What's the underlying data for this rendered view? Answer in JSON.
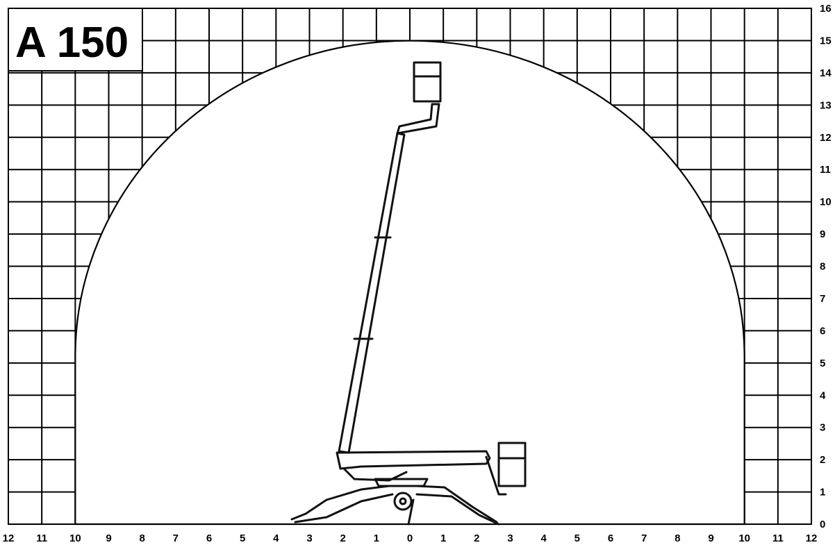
{
  "title": "A 150",
  "x_axis": {
    "labels": [
      "12",
      "11",
      "10",
      "9",
      "8",
      "7",
      "6",
      "5",
      "4",
      "3",
      "2",
      "1",
      "0",
      "1",
      "2",
      "3",
      "4",
      "5",
      "6",
      "7",
      "8",
      "9",
      "10",
      "11",
      "12"
    ]
  },
  "y_axis": {
    "labels": [
      "0",
      "1",
      "2",
      "3",
      "4",
      "5",
      "6",
      "7",
      "8",
      "9",
      "10",
      "11",
      "12",
      "13",
      "14",
      "15",
      "16"
    ]
  },
  "colors": {
    "ink": "#000000",
    "paper": "#ffffff"
  }
}
